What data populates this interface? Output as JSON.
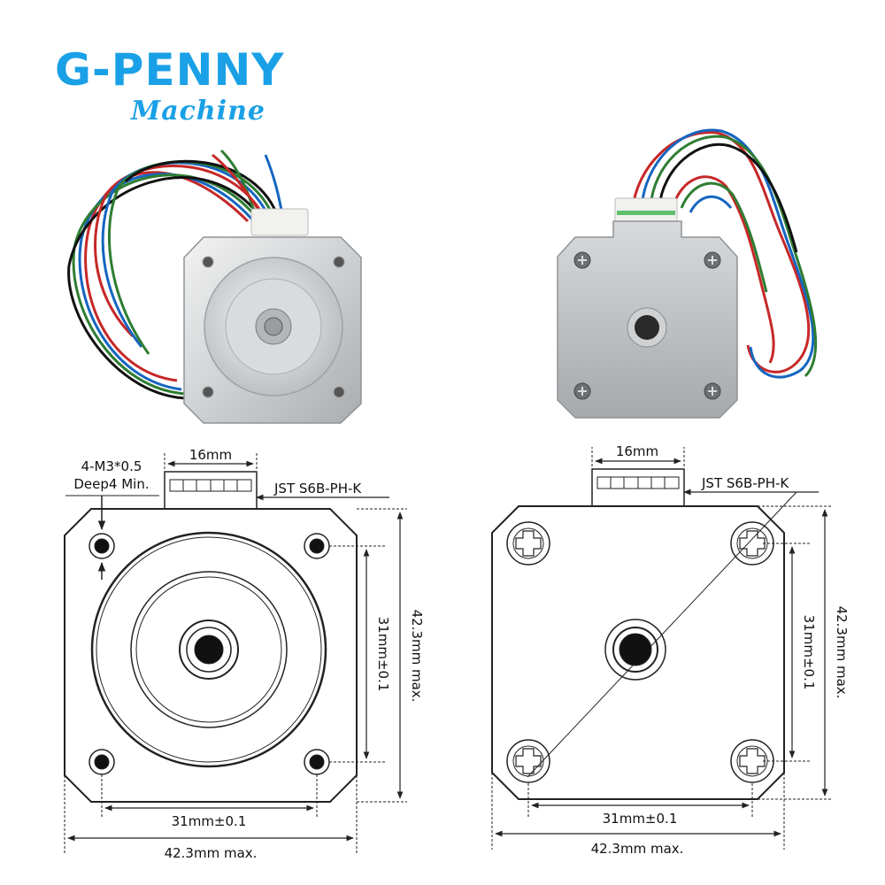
{
  "brand": {
    "name": "G-PENNY",
    "subtitle": "Machine",
    "color": "#1aa0e6"
  },
  "drawings": {
    "front": {
      "hole_spec_line1": "4-M3*0.5",
      "hole_spec_line2": "Deep4 Min.",
      "connector_width": "16mm",
      "connector": "JST S6B-PH-K",
      "hole_pitch_h": "31mm±0.1",
      "body_width": "42.3mm max.",
      "hole_pitch_v": "31mm±0.1",
      "body_height": "42.3mm max."
    },
    "rear": {
      "connector_width": "16mm",
      "connector": "JST S6B-PH-K",
      "hole_pitch_h": "31mm±0.1",
      "body_width": "42.3mm max.",
      "hole_pitch_v": "31mm±0.1",
      "body_height": "42.3mm max."
    }
  },
  "wire_colors": [
    "#c62828",
    "#1565c0",
    "#2e7d32",
    "#111111"
  ]
}
